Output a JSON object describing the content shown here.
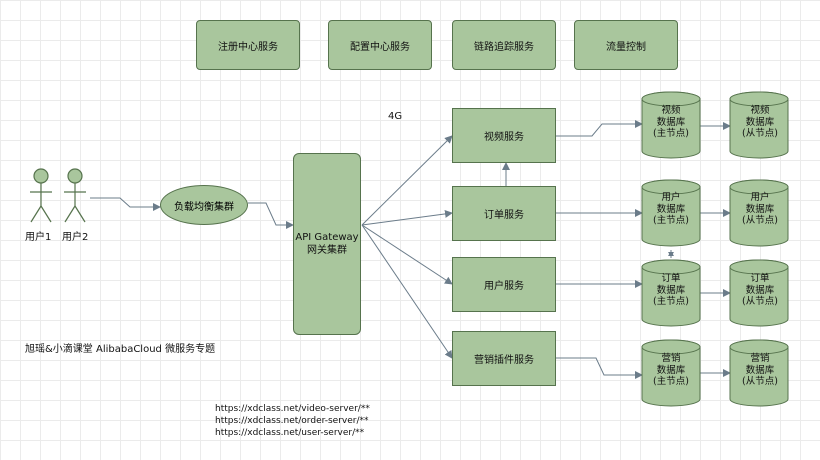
{
  "top_services": [
    "注册中心服务",
    "配置中心服务",
    "链路追踪服务",
    "流量控制"
  ],
  "users": [
    "用户1",
    "用户2"
  ],
  "load_balancer": "负载均衡集群",
  "gateway": {
    "line1": "API Gateway",
    "line2": "网关集群"
  },
  "bandwidth_label": "4G",
  "services": [
    "视频服务",
    "订单服务",
    "用户服务",
    "营销插件服务"
  ],
  "databases": [
    {
      "name": "视频",
      "primary": "视频\n数据库\n(主节点)",
      "replica": "视频\n数据库\n(从节点)"
    },
    {
      "name": "用户",
      "primary": "用户\n数据库\n(主节点)",
      "replica": "用户\n数据库\n(从节点)"
    },
    {
      "name": "订单",
      "primary": "订单\n数据库\n(主节点)",
      "replica": "订单\n数据库\n(从节点)"
    },
    {
      "name": "营销",
      "primary": "营销\n数据库\n(主节点)",
      "replica": "营销\n数据库\n(从节点)"
    }
  ],
  "watermark": "旭瑶&小滴课堂 AlibabaCloud 微服务专题",
  "urls": "https://xdclass.net/video-server/**\nhttps://xdclass.net/order-server/**\nhttps://xdclass.net/user-server/**",
  "colors": {
    "node_fill": "#a9c69d",
    "node_stroke": "#56734d",
    "edge": "#6b7c8a"
  }
}
